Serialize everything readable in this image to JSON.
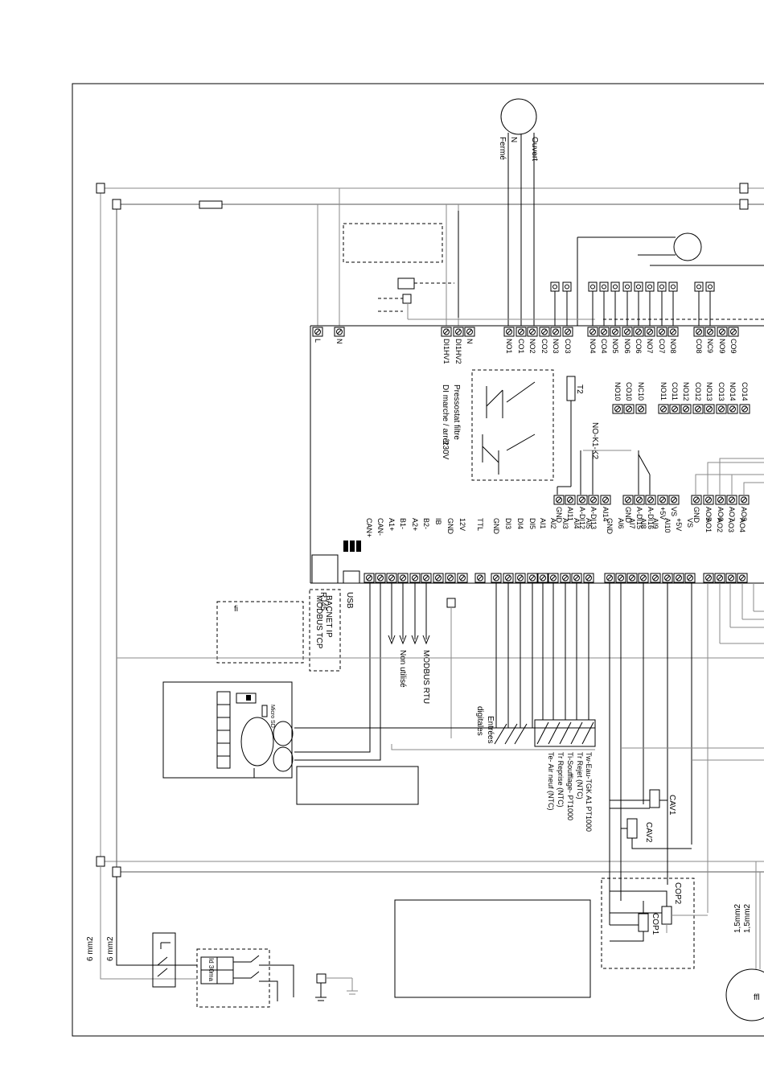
{
  "board": {
    "top_terminals": [
      "L",
      "N",
      "DI1HV1",
      "DI1HV2",
      "N",
      "NO1",
      "CO1",
      "NO2",
      "CO2",
      "NO3",
      "CO3",
      "NO4",
      "CO4",
      "NO5",
      "NO6",
      "CO6",
      "NO7",
      "CO7",
      "NO8",
      "CO8",
      "NC9",
      "NO9",
      "CO9"
    ],
    "relay_terminals": [
      "NO10",
      "CO10",
      "NC10",
      "NO11",
      "CO11",
      "NO12",
      "CO12",
      "NO13",
      "CO13",
      "NO14",
      "CO14"
    ],
    "ai_terminals": [
      "GND",
      "AI11",
      "A-DI12",
      "A-DI13",
      "AI14",
      "GND",
      "A-DI15",
      "A-DI16",
      "+5V",
      "VS",
      "GND",
      "AO5",
      "AO6",
      "AO7",
      "AO8"
    ],
    "bottom_terminals": [
      "CAN+",
      "CAN-",
      "A1+",
      "B1-",
      "A2+",
      "B2-",
      "IB",
      "GND",
      "12V",
      "TTL",
      "GND",
      "DI3",
      "DI4",
      "DI5",
      "AI1",
      "AI2",
      "AI3",
      "AI4",
      "AI5",
      "GND",
      "AI6",
      "AI7",
      "AI8",
      "AI9",
      "AI10",
      "+5V",
      "VS",
      "AO1",
      "AO2",
      "AO3",
      "AO4"
    ],
    "ports": {
      "usb": "USB",
      "rj45": "RJ45"
    }
  },
  "labels": {
    "ouvert": "Ouvert",
    "n": "N",
    "ferme": "Fermé",
    "pressostat": "Pressostat filtre",
    "di_marche": "DI marche / arrêt",
    "v230": "230V",
    "t2": "T2",
    "no_k1_k2": "NO-K1-K2",
    "bacnet": "BACNET IP",
    "modbus_tcp": "MODBUS TCP",
    "fi": "fi",
    "non_utilise": "Non utilisé",
    "modbus_rtu": "MODBUS RTU",
    "entrees": "Entrées",
    "digitales": "digitales",
    "micro_sd": "Micro SD",
    "sensor1": "Tw-Eau-TGK A1 PT1000",
    "sensor2": "Tr Rejet (NTC)",
    "sensor3": "Ti-Soufflage- PT1000",
    "sensor4": "Tr Reprise (NTC)",
    "sensor5": "Te- Air neuf (NTC)",
    "cav1": "CAV1",
    "cav2": "CAV2",
    "cop1": "COP1",
    "cop2": "COP2",
    "mm6a": "6 mm2",
    "mm6b": "6 mm2",
    "mm15a": "1,5mm2",
    "mm15b": "1,5mm2",
    "id30": "Id 30ma",
    "ffl": "ffl"
  }
}
